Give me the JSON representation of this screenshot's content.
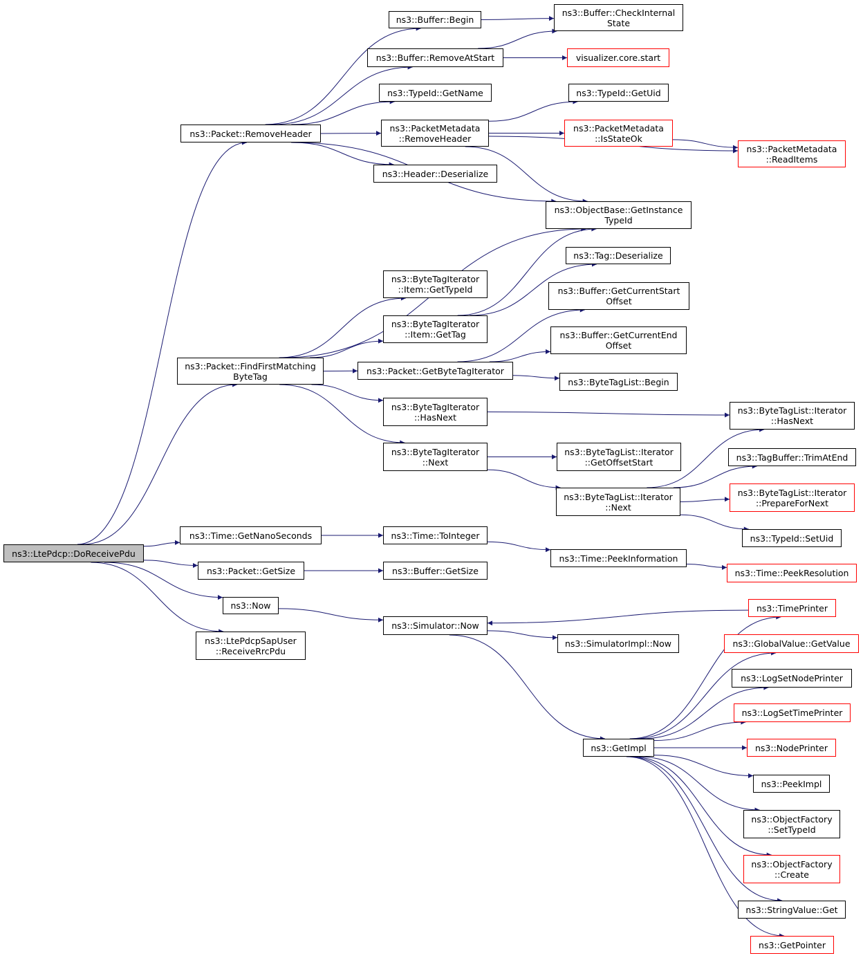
{
  "colors": {
    "edge": "#191970",
    "node_border": "#000000",
    "missing_border": "#ff0000",
    "root_fill": "#bfbfbf"
  },
  "nodes": {
    "n_root": {
      "label": "ns3::LtePdcp::DoReceivePdu",
      "kind": "root"
    },
    "n_rmhdr": {
      "label": "ns3::Packet::RemoveHeader"
    },
    "n_buf_begin": {
      "label": "ns3::Buffer::Begin"
    },
    "n_buf_check": {
      "label": "ns3::Buffer::CheckInternal\nState"
    },
    "n_buf_rmstart": {
      "label": "ns3::Buffer::RemoveAtStart"
    },
    "n_vis": {
      "label": "visualizer.core.start",
      "kind": "missing"
    },
    "n_tid_name": {
      "label": "ns3::TypeId::GetName"
    },
    "n_tid_uid": {
      "label": "ns3::TypeId::GetUid"
    },
    "n_pm_rmhdr": {
      "label": "ns3::PacketMetadata\n::RemoveHeader"
    },
    "n_pm_isok": {
      "label": "ns3::PacketMetadata\n::IsStateOk",
      "kind": "missing"
    },
    "n_pm_read": {
      "label": "ns3::PacketMetadata\n::ReadItems",
      "kind": "missing"
    },
    "n_hdr_deser": {
      "label": "ns3::Header::Deserialize"
    },
    "n_objbase": {
      "label": "ns3::ObjectBase::GetInstance\nTypeId"
    },
    "n_tag_deser": {
      "label": "ns3::Tag::Deserialize"
    },
    "n_bti_item_tid": {
      "label": "ns3::ByteTagIterator\n::Item::GetTypeId"
    },
    "n_buf_curstart": {
      "label": "ns3::Buffer::GetCurrentStart\nOffset"
    },
    "n_bti_item_tag": {
      "label": "ns3::ByteTagIterator\n::Item::GetTag"
    },
    "n_buf_curend": {
      "label": "ns3::Buffer::GetCurrentEnd\nOffset"
    },
    "n_ffmbt": {
      "label": "ns3::Packet::FindFirstMatching\nByteTag"
    },
    "n_gbti": {
      "label": "ns3::Packet::GetByteTagIterator"
    },
    "n_btl_begin": {
      "label": "ns3::ByteTagList::Begin"
    },
    "n_bti_hasnext": {
      "label": "ns3::ByteTagIterator\n::HasNext"
    },
    "n_btli_hasnext": {
      "label": "ns3::ByteTagList::Iterator\n::HasNext"
    },
    "n_bti_next": {
      "label": "ns3::ByteTagIterator\n::Next"
    },
    "n_btli_offstart": {
      "label": "ns3::ByteTagList::Iterator\n::GetOffsetStart"
    },
    "n_tagbuf_trim": {
      "label": "ns3::TagBuffer::TrimAtEnd"
    },
    "n_btli_next": {
      "label": "ns3::ByteTagList::Iterator\n::Next"
    },
    "n_btli_prep": {
      "label": "ns3::ByteTagList::Iterator\n::PrepareForNext",
      "kind": "missing"
    },
    "n_tid_setuid": {
      "label": "ns3::TypeId::SetUid"
    },
    "n_time_nano": {
      "label": "ns3::Time::GetNanoSeconds"
    },
    "n_time_toint": {
      "label": "ns3::Time::ToInteger"
    },
    "n_time_peekinfo": {
      "label": "ns3::Time::PeekInformation"
    },
    "n_time_peekres": {
      "label": "ns3::Time::PeekResolution",
      "kind": "missing"
    },
    "n_pkt_size": {
      "label": "ns3::Packet::GetSize"
    },
    "n_buf_size": {
      "label": "ns3::Buffer::GetSize"
    },
    "n_now": {
      "label": "ns3::Now"
    },
    "n_timeprinter": {
      "label": "ns3::TimePrinter",
      "kind": "missing"
    },
    "n_sim_now": {
      "label": "ns3::Simulator::Now"
    },
    "n_simimpl_now": {
      "label": "ns3::SimulatorImpl::Now"
    },
    "n_gv_getvalue": {
      "label": "ns3::GlobalValue::GetValue",
      "kind": "missing"
    },
    "n_sapuser": {
      "label": "ns3::LtePdcpSapUser\n::ReceiveRrcPdu"
    },
    "n_lognode": {
      "label": "ns3::LogSetNodePrinter"
    },
    "n_logtime": {
      "label": "ns3::LogSetTimePrinter",
      "kind": "missing"
    },
    "n_getimpl": {
      "label": "ns3::GetImpl"
    },
    "n_nodeprinter": {
      "label": "ns3::NodePrinter",
      "kind": "missing"
    },
    "n_peekimpl": {
      "label": "ns3::PeekImpl"
    },
    "n_of_settid": {
      "label": "ns3::ObjectFactory\n::SetTypeId"
    },
    "n_of_create": {
      "label": "ns3::ObjectFactory\n::Create",
      "kind": "missing"
    },
    "n_strval_get": {
      "label": "ns3::StringValue::Get"
    },
    "n_getpointer": {
      "label": "ns3::GetPointer",
      "kind": "missing"
    }
  },
  "edges": [
    [
      "n_root",
      "n_rmhdr"
    ],
    [
      "n_root",
      "n_ffmbt"
    ],
    [
      "n_root",
      "n_time_nano"
    ],
    [
      "n_root",
      "n_pkt_size"
    ],
    [
      "n_root",
      "n_now"
    ],
    [
      "n_root",
      "n_sapuser"
    ],
    [
      "n_rmhdr",
      "n_buf_begin"
    ],
    [
      "n_rmhdr",
      "n_buf_rmstart"
    ],
    [
      "n_rmhdr",
      "n_tid_name"
    ],
    [
      "n_rmhdr",
      "n_pm_rmhdr"
    ],
    [
      "n_rmhdr",
      "n_hdr_deser"
    ],
    [
      "n_rmhdr",
      "n_objbase"
    ],
    [
      "n_buf_begin",
      "n_buf_check"
    ],
    [
      "n_buf_rmstart",
      "n_buf_check"
    ],
    [
      "n_buf_rmstart",
      "n_vis"
    ],
    [
      "n_pm_rmhdr",
      "n_tid_uid"
    ],
    [
      "n_pm_rmhdr",
      "n_pm_isok"
    ],
    [
      "n_pm_rmhdr",
      "n_pm_read"
    ],
    [
      "n_pm_rmhdr",
      "n_objbase"
    ],
    [
      "n_pm_isok",
      "n_pm_read"
    ],
    [
      "n_ffmbt",
      "n_objbase"
    ],
    [
      "n_ffmbt",
      "n_bti_item_tid"
    ],
    [
      "n_ffmbt",
      "n_bti_item_tag"
    ],
    [
      "n_ffmbt",
      "n_gbti"
    ],
    [
      "n_ffmbt",
      "n_bti_hasnext"
    ],
    [
      "n_ffmbt",
      "n_bti_next"
    ],
    [
      "n_bti_item_tag",
      "n_objbase"
    ],
    [
      "n_bti_item_tag",
      "n_tag_deser"
    ],
    [
      "n_gbti",
      "n_buf_curstart"
    ],
    [
      "n_gbti",
      "n_buf_curend"
    ],
    [
      "n_gbti",
      "n_btl_begin"
    ],
    [
      "n_bti_hasnext",
      "n_btli_hasnext"
    ],
    [
      "n_bti_next",
      "n_btli_offstart"
    ],
    [
      "n_bti_next",
      "n_btli_next"
    ],
    [
      "n_btli_next",
      "n_btli_hasnext"
    ],
    [
      "n_btli_next",
      "n_tagbuf_trim"
    ],
    [
      "n_btli_next",
      "n_btli_prep"
    ],
    [
      "n_btli_next",
      "n_tid_setuid"
    ],
    [
      "n_time_nano",
      "n_time_toint"
    ],
    [
      "n_time_toint",
      "n_time_peekinfo"
    ],
    [
      "n_time_peekinfo",
      "n_time_peekres"
    ],
    [
      "n_pkt_size",
      "n_buf_size"
    ],
    [
      "n_now",
      "n_sim_now"
    ],
    [
      "n_timeprinter",
      "n_sim_now"
    ],
    [
      "n_sim_now",
      "n_simimpl_now"
    ],
    [
      "n_sim_now",
      "n_getimpl"
    ],
    [
      "n_getimpl",
      "n_timeprinter"
    ],
    [
      "n_getimpl",
      "n_gv_getvalue"
    ],
    [
      "n_getimpl",
      "n_lognode"
    ],
    [
      "n_getimpl",
      "n_logtime"
    ],
    [
      "n_getimpl",
      "n_nodeprinter"
    ],
    [
      "n_getimpl",
      "n_peekimpl"
    ],
    [
      "n_getimpl",
      "n_of_settid"
    ],
    [
      "n_getimpl",
      "n_of_create"
    ],
    [
      "n_getimpl",
      "n_strval_get"
    ],
    [
      "n_getimpl",
      "n_getpointer"
    ]
  ]
}
